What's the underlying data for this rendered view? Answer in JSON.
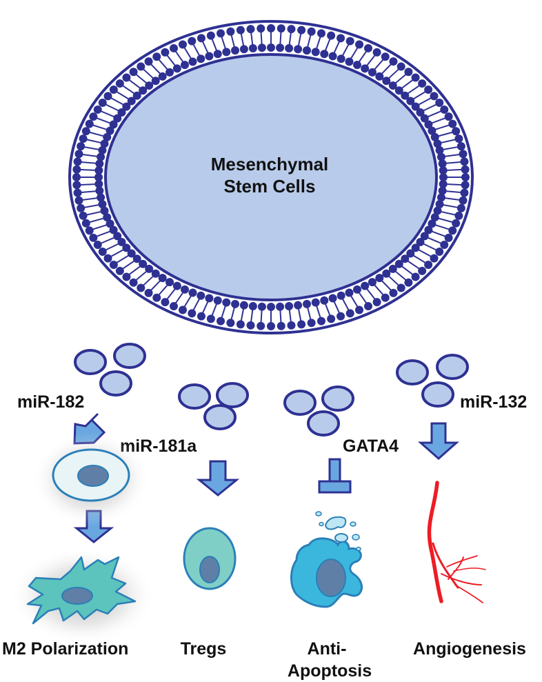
{
  "msc": {
    "title_line1": "Mesenchymal",
    "title_line2": "Stem Cells"
  },
  "mirnas": {
    "mir182": "miR-182",
    "mir181a": "miR-181a",
    "gata4": "GATA4",
    "mir132": "miR-132"
  },
  "outcomes": {
    "m2": "M2 Polarization",
    "tregs": "Tregs",
    "anti_line1": "Anti-",
    "anti_line2": "Apoptosis",
    "angio": "Angiogenesis"
  },
  "colors": {
    "membrane": "#2e3192",
    "vesicle_fill": "#b9cbea",
    "arrow_fill": "#6aa7e0",
    "vessel": "#ee1c25",
    "treg_fill": "#7fcfc6",
    "macrophage_fill": "#5cc3bd",
    "apoptotic_fill": "#3bb7dd",
    "nucleus_fill": "#5f7fa7"
  }
}
